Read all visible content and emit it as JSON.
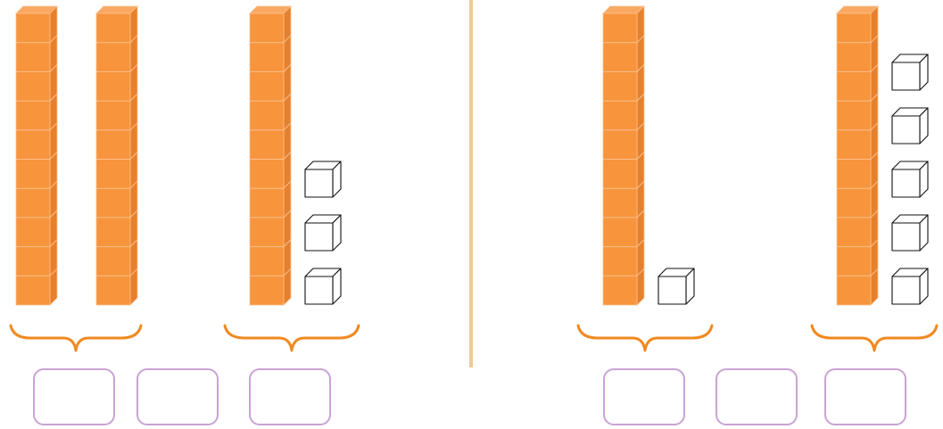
{
  "colors": {
    "rod_face": "#f7943c",
    "rod_side": "#e7802c",
    "rod_top": "#f9a862",
    "rod_grid": "#fbc08e",
    "cube_stroke": "#111111",
    "brace": "#f08a22",
    "divider": "#f3c995",
    "box_border": "#c9a3d4"
  },
  "panels": [
    {
      "name": "left",
      "group_a": {
        "tens": 2,
        "ones": 0
      },
      "group_b": {
        "tens": 1,
        "ones": 3
      },
      "answer_boxes": [
        "",
        "",
        ""
      ]
    },
    {
      "name": "right",
      "group_a": {
        "tens": 1,
        "ones": 1
      },
      "group_b": {
        "tens": 1,
        "ones": 5
      },
      "answer_boxes": [
        "",
        "",
        ""
      ]
    }
  ]
}
